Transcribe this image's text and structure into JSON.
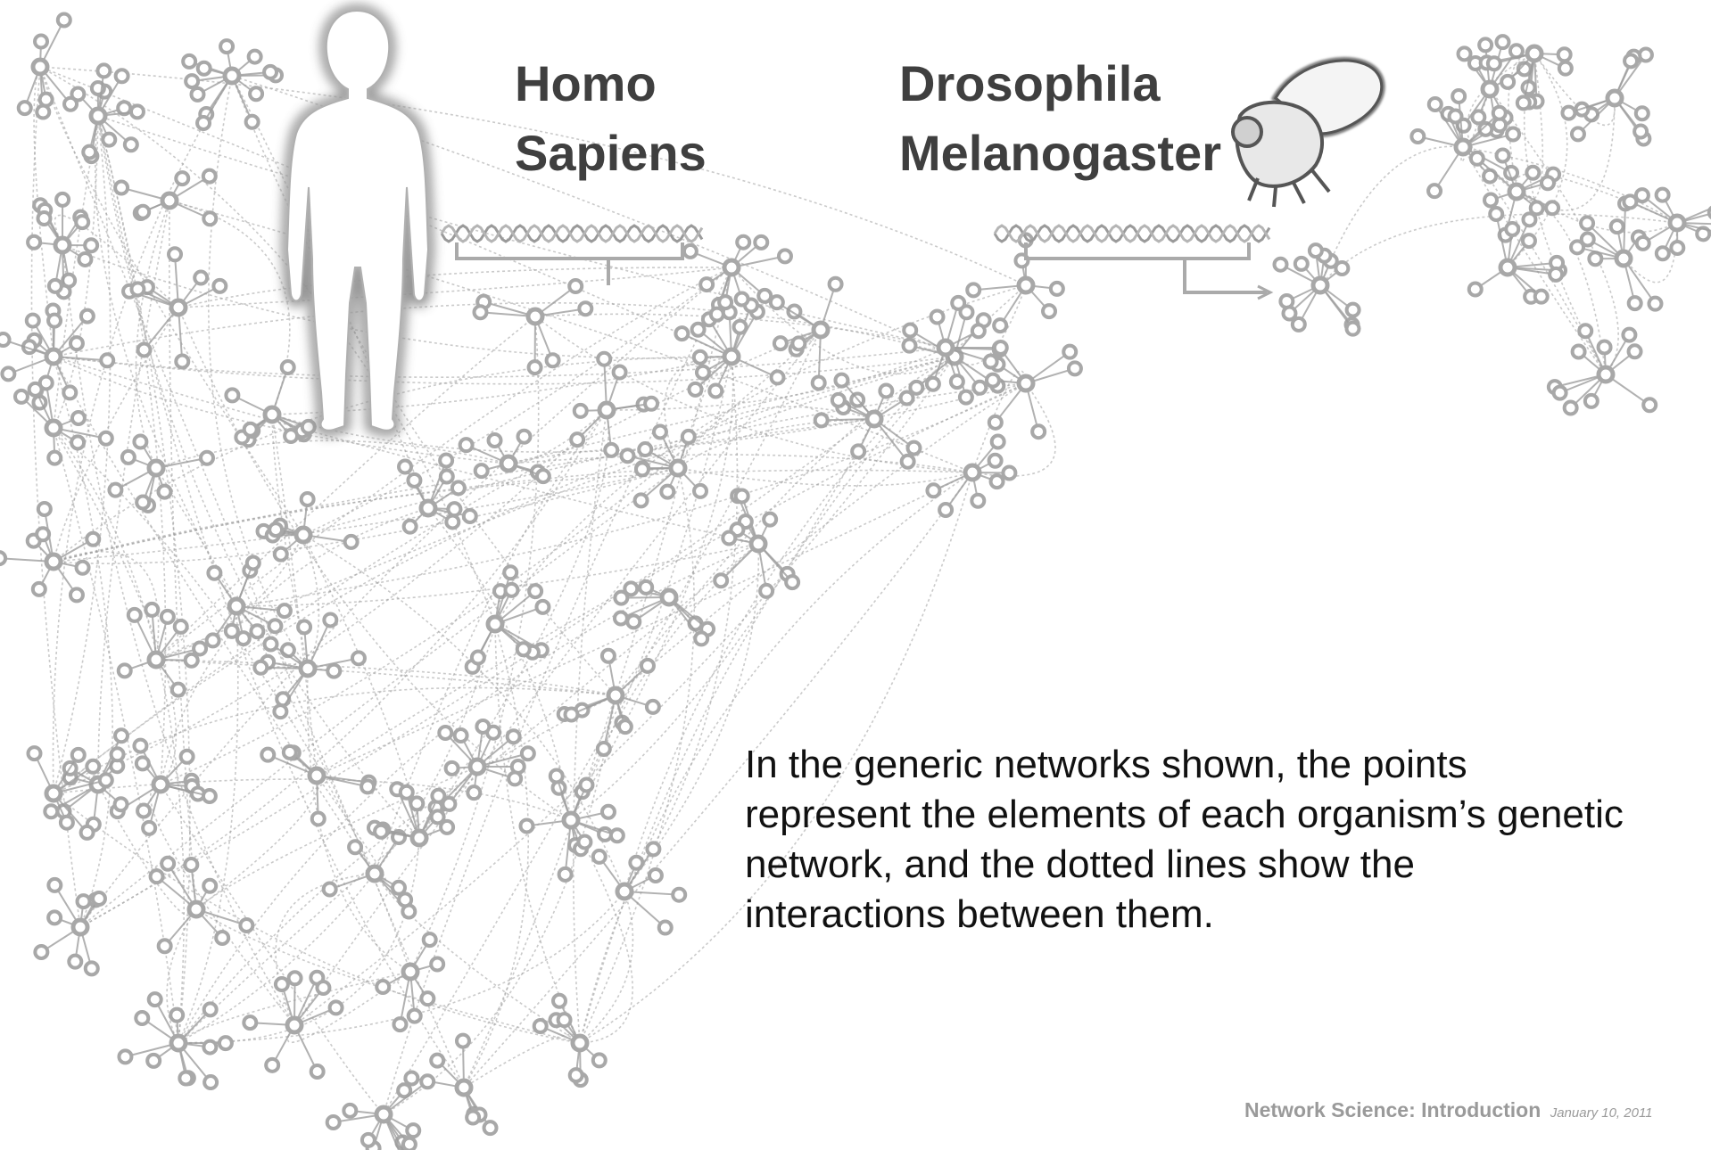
{
  "labels": {
    "human_line1": "Homo",
    "human_line2": "Sapiens",
    "fly_line1": "Drosophila",
    "fly_line2": "Melanogaster"
  },
  "caption": {
    "lines": [
      "In the generic networks shown, the points",
      "represent the elements of each organism’s genetic",
      "network, and the dotted lines show the",
      "interactions between them."
    ]
  },
  "footer": {
    "title": "Network Science: Introduction",
    "date": "January 10, 2011"
  },
  "icons": {
    "human": "human-silhouette-icon",
    "fly": "fruit-fly-icon",
    "dna": "dna-strand-icon"
  },
  "colors": {
    "network_stroke": "#9e9e9e",
    "node_fill": "#ffffff",
    "node_stroke": "#a8a8a8",
    "label_text": "#3f3f3f",
    "caption_text": "#111111",
    "footer_text": "#9a9a9a"
  }
}
